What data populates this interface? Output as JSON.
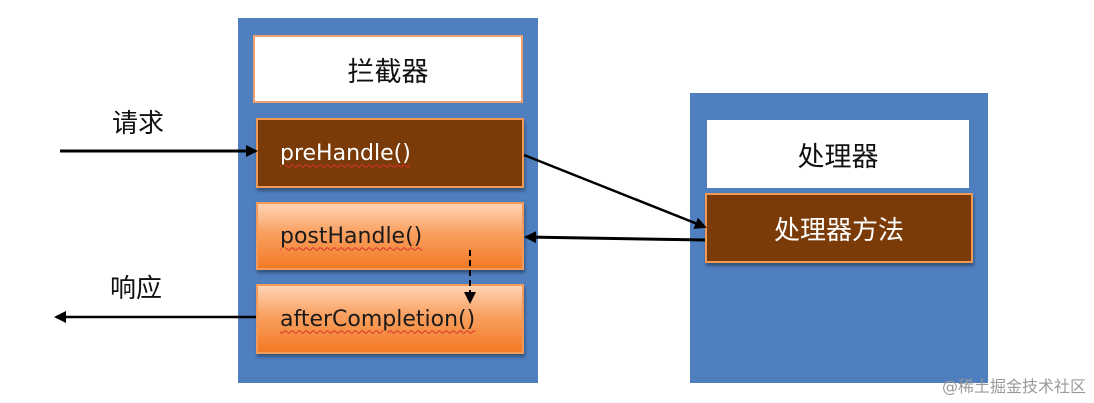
{
  "diagram": {
    "interceptor": {
      "title": "拦截器",
      "methods": [
        "preHandle()",
        "postHandle()",
        "afterCompletion()"
      ]
    },
    "handler": {
      "title": "处理器",
      "method": "处理器方法"
    },
    "labels": {
      "request": "请求",
      "response": "响应"
    },
    "watermark": "@稀土掘金技术社区",
    "colors": {
      "panel": "#4f7fbf",
      "dark_box": "#7b3b08",
      "orange_box": "#f9a060",
      "arrow": "#000000"
    }
  }
}
